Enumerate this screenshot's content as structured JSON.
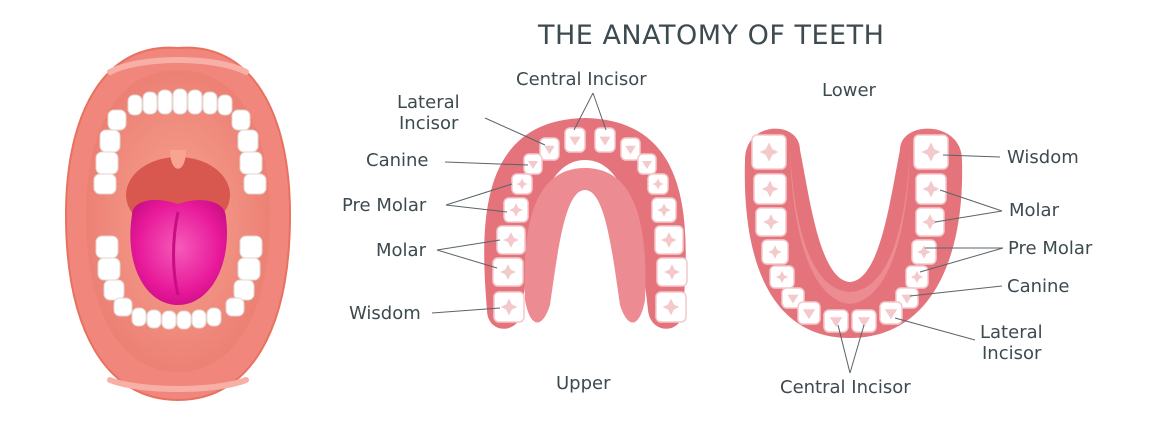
{
  "title": "THE ANATOMY OF TEETH",
  "upper": {
    "caption": "Upper",
    "labels": {
      "central_incisor": "Central Incisor",
      "lateral_incisor_1": "Lateral",
      "lateral_incisor_2": "Incisor",
      "canine": "Canine",
      "pre_molar": "Pre Molar",
      "molar": "Molar",
      "wisdom": "Wisdom"
    }
  },
  "lower": {
    "caption": "Lower",
    "labels": {
      "wisdom": "Wisdom",
      "molar": "Molar",
      "pre_molar": "Pre Molar",
      "canine": "Canine",
      "lateral_incisor_1": "Lateral",
      "lateral_incisor_2": "Incisor",
      "central_incisor": "Central Incisor"
    }
  },
  "colors": {
    "gum": "#e4737b",
    "gum_inner": "#ec8b91",
    "palate": "#d95f67",
    "tooth": "#ffffff",
    "tooth_shade": "#f4c9cc",
    "tongue": "#e8199a",
    "lip": "#f0867c",
    "text": "#3d4a50",
    "leader": "#5a6469"
  }
}
